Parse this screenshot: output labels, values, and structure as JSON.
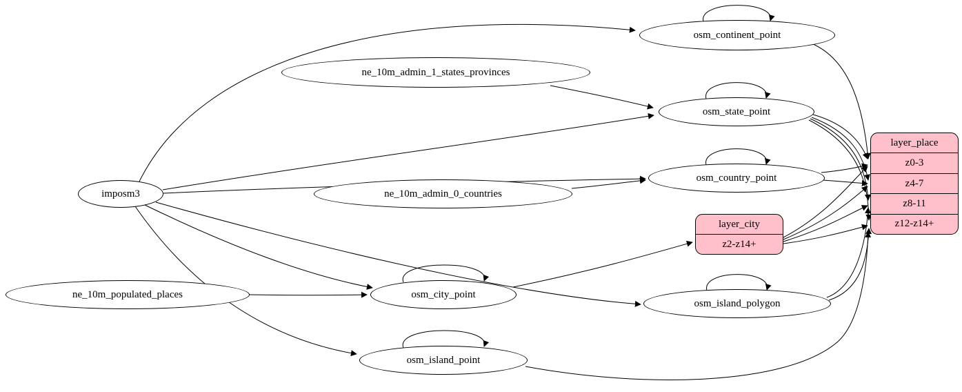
{
  "diagram": {
    "type": "graphviz-etl-dependency-graph",
    "nodes": {
      "imposm3": {
        "label": "imposm3",
        "shape": "ellipse"
      },
      "ne_10m_admin_1_states_provinces": {
        "label": "ne_10m_admin_1_states_provinces",
        "shape": "ellipse"
      },
      "ne_10m_admin_0_countries": {
        "label": "ne_10m_admin_0_countries",
        "shape": "ellipse"
      },
      "ne_10m_populated_places": {
        "label": "ne_10m_populated_places",
        "shape": "ellipse"
      },
      "osm_continent_point": {
        "label": "osm_continent_point",
        "shape": "ellipse"
      },
      "osm_state_point": {
        "label": "osm_state_point",
        "shape": "ellipse"
      },
      "osm_country_point": {
        "label": "osm_country_point",
        "shape": "ellipse"
      },
      "osm_city_point": {
        "label": "osm_city_point",
        "shape": "ellipse"
      },
      "osm_island_polygon": {
        "label": "osm_island_polygon",
        "shape": "ellipse"
      },
      "osm_island_point": {
        "label": "osm_island_point",
        "shape": "ellipse"
      },
      "layer_city": {
        "title": "layer_city",
        "rows": [
          "z2-z14+"
        ],
        "shape": "record"
      },
      "layer_place": {
        "title": "layer_place",
        "rows": [
          "z0-3",
          "z4-7",
          "z8-11",
          "z12-z14+"
        ],
        "shape": "record"
      }
    },
    "edges": [
      {
        "from": "imposm3",
        "to": "osm_continent_point"
      },
      {
        "from": "imposm3",
        "to": "osm_state_point"
      },
      {
        "from": "imposm3",
        "to": "osm_country_point"
      },
      {
        "from": "imposm3",
        "to": "osm_city_point"
      },
      {
        "from": "imposm3",
        "to": "osm_island_polygon"
      },
      {
        "from": "imposm3",
        "to": "osm_island_point"
      },
      {
        "from": "ne_10m_admin_1_states_provinces",
        "to": "osm_state_point"
      },
      {
        "from": "ne_10m_admin_0_countries",
        "to": "osm_country_point"
      },
      {
        "from": "ne_10m_populated_places",
        "to": "osm_city_point"
      },
      {
        "from": "osm_city_point",
        "to": "layer_city:z2-z14+"
      },
      {
        "from": "osm_continent_point",
        "to": "layer_place:z0-3"
      },
      {
        "from": "osm_country_point",
        "to": "layer_place:z0-3"
      },
      {
        "from": "osm_country_point",
        "to": "layer_place:z4-7"
      },
      {
        "from": "osm_state_point",
        "to": "layer_place:z0-3"
      },
      {
        "from": "osm_state_point",
        "to": "layer_place:z4-7"
      },
      {
        "from": "osm_state_point",
        "to": "layer_place:z8-11"
      },
      {
        "from": "osm_state_point",
        "to": "layer_place:z12-z14+"
      },
      {
        "from": "layer_city",
        "to": "layer_place:z0-3"
      },
      {
        "from": "layer_city",
        "to": "layer_place:z4-7"
      },
      {
        "from": "layer_city",
        "to": "layer_place:z8-11"
      },
      {
        "from": "layer_city",
        "to": "layer_place:z12-z14+"
      },
      {
        "from": "osm_island_polygon",
        "to": "layer_place:z8-11"
      },
      {
        "from": "osm_island_polygon",
        "to": "layer_place:z12-z14+"
      },
      {
        "from": "osm_island_point",
        "to": "layer_place:z12-z14+"
      }
    ],
    "self_loops": [
      "osm_continent_point",
      "osm_state_point",
      "osm_country_point",
      "osm_city_point",
      "osm_island_polygon",
      "osm_island_point"
    ],
    "colors": {
      "record_fill": "#ffc0cb",
      "node_fill": "#ffffff",
      "stroke": "#000000",
      "background": "#ffffff"
    }
  }
}
